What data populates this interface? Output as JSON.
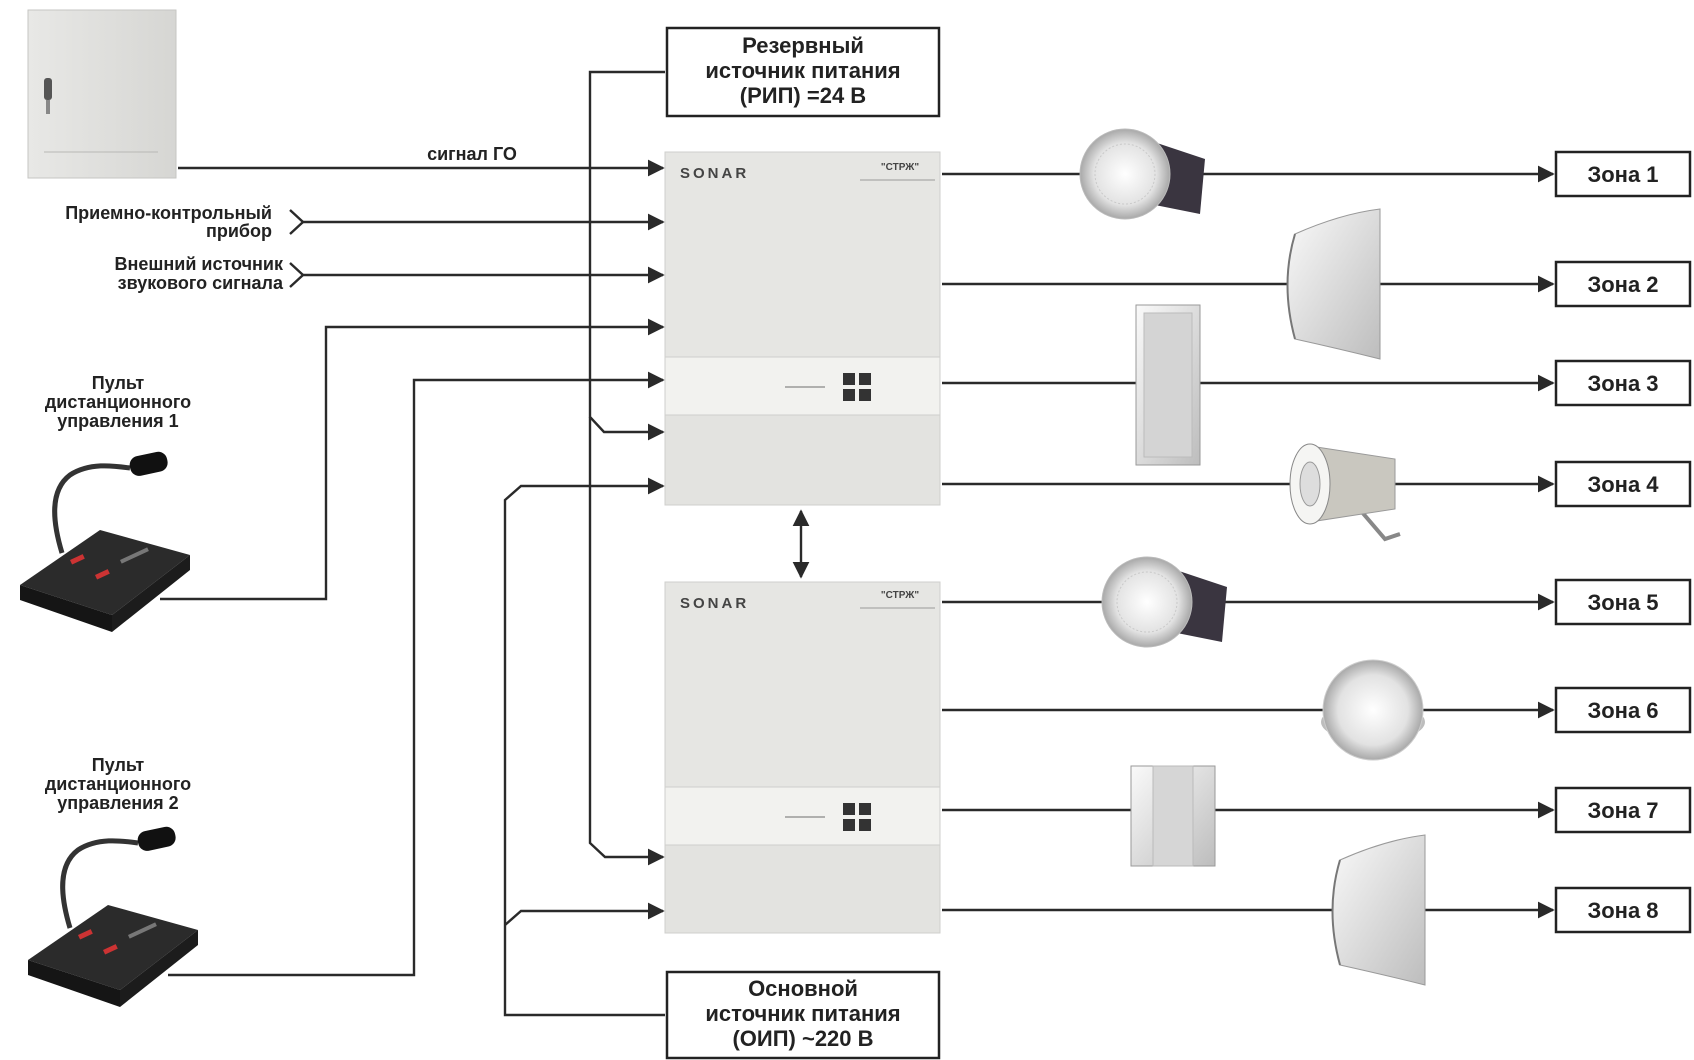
{
  "labels": {
    "go_signal": "сигнал ГО",
    "control_panel": [
      "Приемно-контрольный",
      "прибор"
    ],
    "external_source": [
      "Внешний источник",
      "звукового сигнала"
    ],
    "remote_1": [
      "Пульт",
      "дистанционного",
      "управления 1"
    ],
    "remote_2": [
      "Пульт",
      "дистанционного",
      "управления 2"
    ],
    "backup_power": [
      "Резервный",
      "источник питания",
      "(РИП) =24 В"
    ],
    "main_power": [
      "Основной",
      "источник питания",
      "(ОИП) ~220 В"
    ]
  },
  "zones": [
    "Зона 1",
    "Зона 2",
    "Зона 3",
    "Зона 4",
    "Зона 5",
    "Зона 6",
    "Зона 7",
    "Зона 8"
  ],
  "device": {
    "brand": "SONAR",
    "model": "\"СТРЖ\""
  },
  "speakers": [
    "ceiling-speaker",
    "wall-horn-speaker",
    "column-speaker",
    "horn-speaker",
    "ceiling-speaker",
    "ceiling-round-speaker",
    "box-speaker",
    "wall-horn-speaker"
  ]
}
